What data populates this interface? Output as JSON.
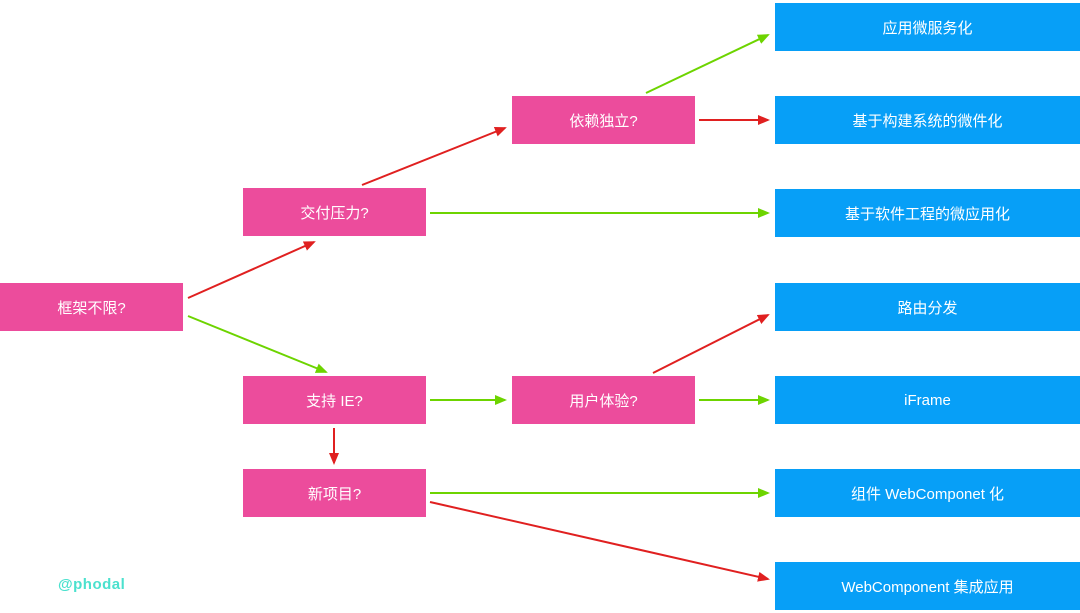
{
  "watermark": "@phodal",
  "colors": {
    "decision": "#EC4C9C",
    "result": "#079FF7",
    "yes": "#6DD400",
    "no": "#E02020",
    "watermark": "#4BE1CE"
  },
  "decisions": [
    {
      "id": "framework",
      "label": "框架不限?"
    },
    {
      "id": "delivery",
      "label": "交付压力?"
    },
    {
      "id": "dependency",
      "label": "依赖独立?"
    },
    {
      "id": "ie",
      "label": "支持 IE?"
    },
    {
      "id": "ux",
      "label": "用户体验?"
    },
    {
      "id": "new-project",
      "label": "新项目?"
    }
  ],
  "results": [
    {
      "id": "app-microservice",
      "label": "应用微服务化"
    },
    {
      "id": "build-system",
      "label": "基于构建系统的微件化"
    },
    {
      "id": "micro-application",
      "label": "基于软件工程的微应用化"
    },
    {
      "id": "route-dispatch",
      "label": "路由分发"
    },
    {
      "id": "iframe",
      "label": "iFrame"
    },
    {
      "id": "webcomponent",
      "label": "组件 WebComponet 化"
    },
    {
      "id": "webcomponent-app",
      "label": "WebComponent 集成应用"
    }
  ],
  "edges": [
    {
      "from": "框架不限?",
      "to": "交付压力?",
      "color": "red"
    },
    {
      "from": "框架不限?",
      "to": "支持 IE?",
      "color": "green"
    },
    {
      "from": "交付压力?",
      "to": "依赖独立?",
      "color": "red"
    },
    {
      "from": "交付压力?",
      "to": "基于软件工程的微应用化",
      "color": "green"
    },
    {
      "from": "依赖独立?",
      "to": "应用微服务化",
      "color": "green"
    },
    {
      "from": "依赖独立?",
      "to": "基于构建系统的微件化",
      "color": "red"
    },
    {
      "from": "支持 IE?",
      "to": "用户体验?",
      "color": "green"
    },
    {
      "from": "支持 IE?",
      "to": "新项目?",
      "color": "red"
    },
    {
      "from": "用户体验?",
      "to": "路由分发",
      "color": "red"
    },
    {
      "from": "用户体验?",
      "to": "iFrame",
      "color": "green"
    },
    {
      "from": "新项目?",
      "to": "组件 WebComponet 化",
      "color": "green"
    },
    {
      "from": "新项目?",
      "to": "WebComponent 集成应用",
      "color": "red"
    }
  ]
}
